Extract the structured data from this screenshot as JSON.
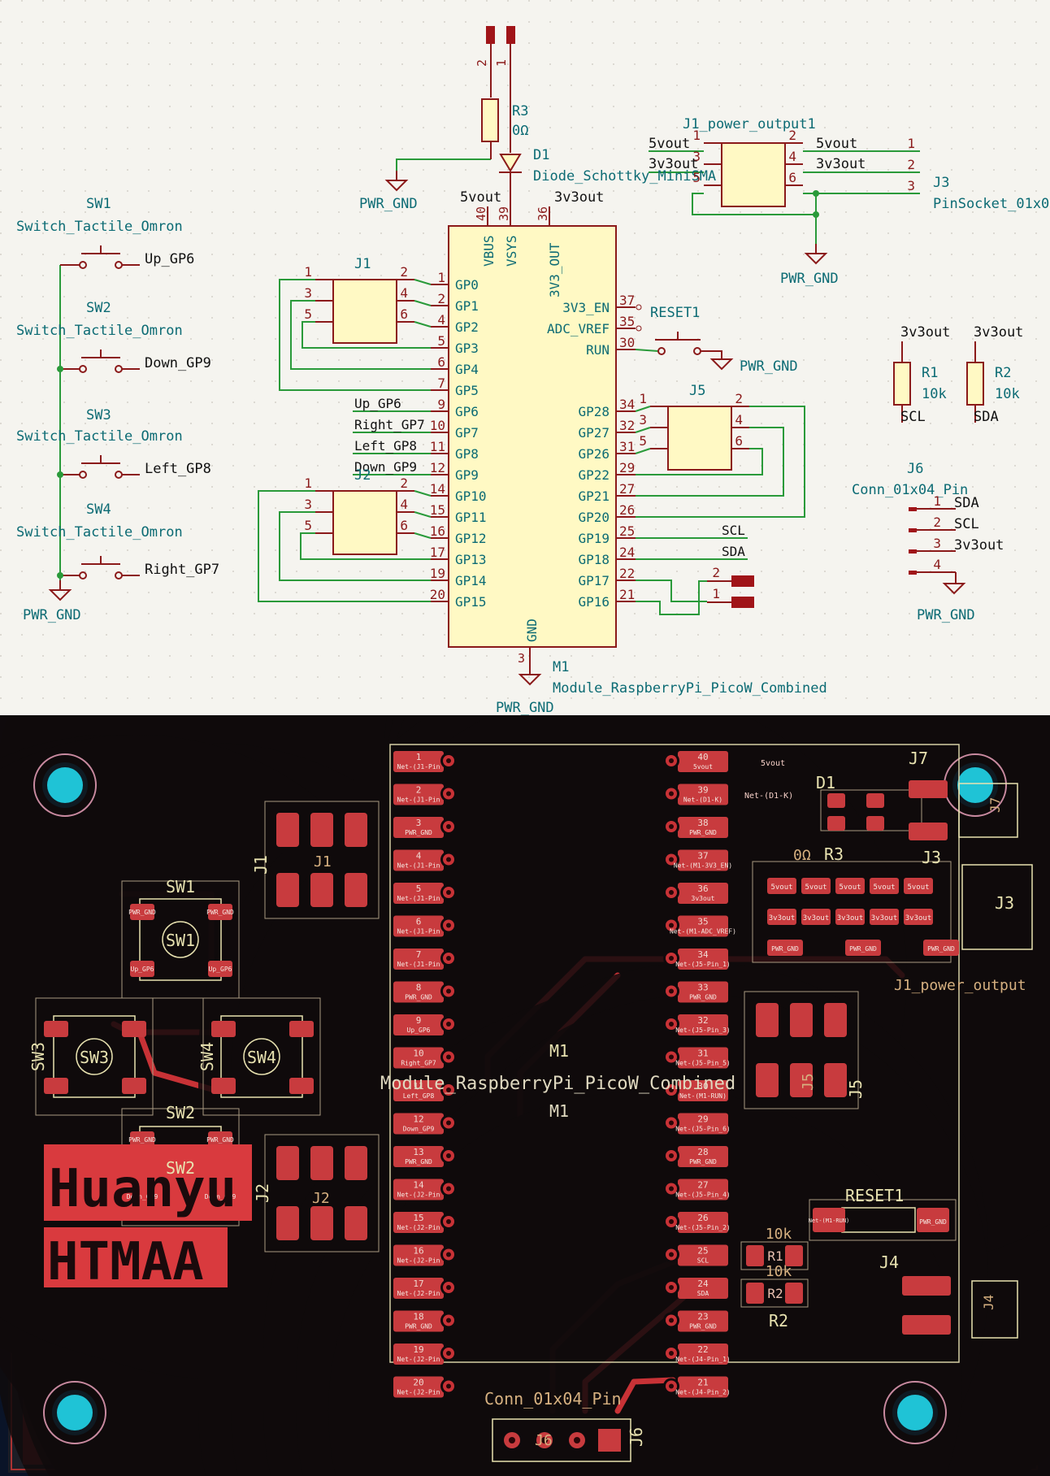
{
  "schematic": {
    "r3": {
      "ref": "R3",
      "value": "0Ω"
    },
    "d1": {
      "ref": "D1",
      "value": "Diode_Schottky_MiniSMA"
    },
    "r3_pin2": "2",
    "r3_pin1": "1",
    "gnd_top": "PWR_GND",
    "mcu_top_labels": {
      "vbus_net": "5vout",
      "vout_net": "3v3out",
      "pin40": "40",
      "pin39": "39",
      "pin36": "36",
      "pin3": "3"
    },
    "mcu": {
      "ref": "M1",
      "value": "Module_RaspberryPi_PicoW_Combined",
      "vbus": "VBUS",
      "vsys": "VSYS",
      "v3v3out": "3V3_OUT",
      "gnd": "GND",
      "left_pins": [
        {
          "num": "1",
          "name": "GP0"
        },
        {
          "num": "2",
          "name": "GP1"
        },
        {
          "num": "4",
          "name": "GP2"
        },
        {
          "num": "5",
          "name": "GP3"
        },
        {
          "num": "6",
          "name": "GP4"
        },
        {
          "num": "7",
          "name": "GP5"
        },
        {
          "num": "9",
          "name": "GP6"
        },
        {
          "num": "10",
          "name": "GP7"
        },
        {
          "num": "11",
          "name": "GP8"
        },
        {
          "num": "12",
          "name": "GP9"
        },
        {
          "num": "14",
          "name": "GP10"
        },
        {
          "num": "15",
          "name": "GP11"
        },
        {
          "num": "16",
          "name": "GP12"
        },
        {
          "num": "17",
          "name": "GP13"
        },
        {
          "num": "19",
          "name": "GP14"
        },
        {
          "num": "20",
          "name": "GP15"
        }
      ],
      "right_top_pins": [
        {
          "num": "37",
          "name": "3V3_EN"
        },
        {
          "num": "35",
          "name": "ADC_VREF"
        },
        {
          "num": "30",
          "name": "RUN"
        }
      ],
      "right_pins": [
        {
          "num": "34",
          "name": "GP28"
        },
        {
          "num": "32",
          "name": "GP27"
        },
        {
          "num": "31",
          "name": "GP26"
        },
        {
          "num": "29",
          "name": "GP22"
        },
        {
          "num": "27",
          "name": "GP21"
        },
        {
          "num": "26",
          "name": "GP20"
        },
        {
          "num": "25",
          "name": "GP19"
        },
        {
          "num": "24",
          "name": "GP18"
        },
        {
          "num": "22",
          "name": "GP17"
        },
        {
          "num": "21",
          "name": "GP16"
        }
      ],
      "left_nets": [
        "Up_GP6",
        "Right_GP7",
        "Left_GP8",
        "Down_GP9"
      ],
      "right_nets": {
        "scl": "SCL",
        "sda": "SDA"
      }
    },
    "gnd_mcu": "PWR_GND",
    "switches": [
      {
        "ref": "SW1",
        "value": "Switch_Tactile_Omron",
        "net": "Up_GP6"
      },
      {
        "ref": "SW2",
        "value": "Switch_Tactile_Omron",
        "net": "Down_GP9"
      },
      {
        "ref": "SW3",
        "value": "Switch_Tactile_Omron",
        "net": "Left_GP8"
      },
      {
        "ref": "SW4",
        "value": "Switch_Tactile_Omron",
        "net": "Right_GP7"
      }
    ],
    "gnd_switches": "PWR_GND",
    "j1": {
      "ref": "J1",
      "pins_left": [
        "1",
        "3",
        "5"
      ],
      "pins_right": [
        "2",
        "4",
        "6"
      ]
    },
    "j2": {
      "ref": "J2",
      "pins_left": [
        "1",
        "3",
        "5"
      ],
      "pins_right": [
        "2",
        "4",
        "6"
      ]
    },
    "j5": {
      "ref": "J5",
      "pins_left": [
        "1",
        "3",
        "5"
      ],
      "pins_right": [
        "2",
        "4",
        "6"
      ]
    },
    "j1p": {
      "ref": "J1_power_output1",
      "net_5v": "5vout",
      "net_3v3": "3v3out",
      "pins_left": [
        "1",
        "3",
        "5"
      ],
      "pins_right": [
        "2",
        "4",
        "6"
      ],
      "pin_right_labels": [
        "5vout",
        "3v3out"
      ]
    },
    "j3": {
      "ref": "J3",
      "value": "PinSocket_01x0",
      "pins": [
        "1",
        "2",
        "3"
      ]
    },
    "gnd_j1p": "PWR_GND",
    "reset": {
      "ref": "RESET1",
      "gnd": "PWR_GND"
    },
    "r1": {
      "ref": "R1",
      "value": "10k",
      "top": "3v3out",
      "bottom": "SCL"
    },
    "r2": {
      "ref": "R2",
      "value": "10k",
      "top": "3v3out",
      "bottom": "SDA"
    },
    "j6": {
      "ref": "J6",
      "value": "Conn_01x04_Pin",
      "pins": [
        "1",
        "2",
        "3",
        "4"
      ],
      "nets": [
        "SDA",
        "SCL",
        "3v3out"
      ],
      "gnd": "PWR_GND"
    },
    "conn_gp": {
      "pins": [
        "2",
        "1"
      ]
    }
  },
  "pcb": {
    "brand_line1": "Huanyu",
    "brand_line2": "HTMAA",
    "module_label": "Module_RaspberryPi_PicoW_Combined",
    "m1_a": "M1",
    "m1_b": "M1",
    "conn_label": "Conn_01x04_Pin",
    "j6_label": "J6",
    "j6b_label": "J6",
    "left_header": [
      {
        "num": "1",
        "net": "Net-(J1-Pin"
      },
      {
        "num": "2",
        "net": "Net-(J1-Pin"
      },
      {
        "num": "3",
        "net": "PWR_GND"
      },
      {
        "num": "4",
        "net": "Net-(J1-Pin"
      },
      {
        "num": "5",
        "net": "Net-(J1-Pin"
      },
      {
        "num": "6",
        "net": "Net-(J1-Pin"
      },
      {
        "num": "7",
        "net": "Net-(J1-Pin"
      },
      {
        "num": "8",
        "net": "PWR_GND"
      },
      {
        "num": "9",
        "net": "Up_GP6"
      },
      {
        "num": "10",
        "net": "Right_GP7"
      },
      {
        "num": "11",
        "net": "Left_GP8"
      },
      {
        "num": "12",
        "net": "Down_GP9"
      },
      {
        "num": "13",
        "net": "PWR_GND"
      },
      {
        "num": "14",
        "net": "Net-(J2-Pin"
      },
      {
        "num": "15",
        "net": "Net-(J2-Pin"
      },
      {
        "num": "16",
        "net": "Net-(J2-Pin"
      },
      {
        "num": "17",
        "net": "Net-(J2-Pin"
      },
      {
        "num": "18",
        "net": "PWR_GND"
      },
      {
        "num": "19",
        "net": "Net-(J2-Pin"
      },
      {
        "num": "20",
        "net": "Net-(J2-Pin"
      }
    ],
    "right_header": [
      {
        "num": "40",
        "net": "5vout"
      },
      {
        "num": "39",
        "net": "Net-(D1-K)"
      },
      {
        "num": "38",
        "net": "PWR_GND"
      },
      {
        "num": "37",
        "net": "Net-(M1-3V3_EN)"
      },
      {
        "num": "36",
        "net": "3v3out"
      },
      {
        "num": "35",
        "net": "Net-(M1-ADC_VREF)"
      },
      {
        "num": "34",
        "net": "Net-(J5-Pin_1)"
      },
      {
        "num": "33",
        "net": "PWR_GND"
      },
      {
        "num": "32",
        "net": "Net-(J5-Pin_3)"
      },
      {
        "num": "31",
        "net": "Net-(J5-Pin_5)"
      },
      {
        "num": "30",
        "net": "Net-(M1-RUN)"
      },
      {
        "num": "29",
        "net": "Net-(J5-Pin_6)"
      },
      {
        "num": "28",
        "net": "PWR_GND"
      },
      {
        "num": "27",
        "net": "Net-(J5-Pin_4)"
      },
      {
        "num": "26",
        "net": "Net-(J5-Pin_2)"
      },
      {
        "num": "25",
        "net": "SCL"
      },
      {
        "num": "24",
        "net": "SDA"
      },
      {
        "num": "23",
        "net": "PWR_GND"
      },
      {
        "num": "22",
        "net": "Net-(J4-Pin_1)"
      },
      {
        "num": "21",
        "net": "Net-(J4-Pin_2)"
      }
    ],
    "sw1": {
      "ref": "SW1",
      "silk": "SW1",
      "pads": [
        "PWR_GND",
        "PWR_GND",
        "Up_GP6",
        "Up_GP6"
      ]
    },
    "sw2": {
      "ref": "SW2",
      "silk": "SW2",
      "pads": [
        "PWR_GND",
        "PWR_GND",
        "Down_GP9",
        "Down_GP9"
      ]
    },
    "sw3": {
      "ref": "SW3",
      "silk": "SW3"
    },
    "sw4": {
      "ref": "SW4",
      "silk": "SW4"
    },
    "j1": {
      "ref": "J1",
      "silk": "J1"
    },
    "j2": {
      "ref": "J2",
      "silk": "J2"
    },
    "j5": {
      "ref": "J5",
      "silk": "J5"
    },
    "d1": {
      "ref": "D1",
      "pad_net": "Net-(D1-K)",
      "trace": "Net-(D1-K)"
    },
    "trace_5vout": "5vout",
    "r3": {
      "ref": "R3",
      "value": "0Ω"
    },
    "j3": {
      "ref": "J3",
      "silk": "J3"
    },
    "j7": {
      "ref": "J7",
      "silk": "J7"
    },
    "j1p": {
      "label": "J1_power_output",
      "row1": [
        "5vout",
        "5vout",
        "5vout",
        "5vout",
        "5vout"
      ],
      "row2": [
        "3v3out",
        "3v3out",
        "3v3out",
        "3v3out",
        "3v3out"
      ],
      "row3": [
        "PWR_GND",
        "PWR_GND",
        "PWR_GND"
      ]
    },
    "reset": {
      "ref": "RESET1",
      "pad1": "Net-(M1-RUN)",
      "pad2": "PWR_GND"
    },
    "r1": {
      "ref": "R1",
      "value": "10k"
    },
    "r2": {
      "ref": "R2",
      "value": "10k"
    },
    "j4": {
      "ref": "J4",
      "silk": "J4"
    },
    "colors": {
      "board": "#7d2428",
      "copper": "#c83236",
      "pad": "#c83b3e",
      "outline": "#d6cfa5",
      "hole": "#1fc3d6",
      "bg": "#0a1428",
      "silk": "#e8e2b0"
    }
  }
}
